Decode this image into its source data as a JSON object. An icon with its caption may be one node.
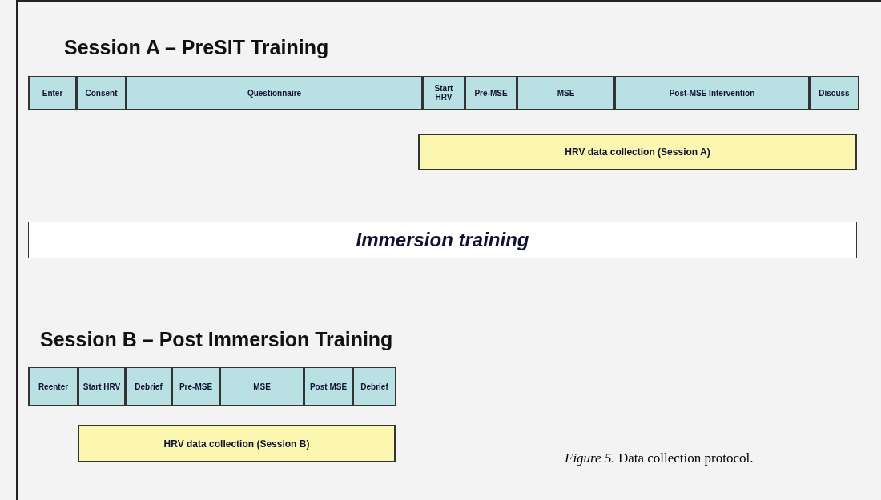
{
  "diagram": {
    "caption": "*Figure 5.* Data collection protocol.",
    "nodes": [
      {
        "text": [
          "Enter"
        ]
      },
      {
        "text": [
          "Consent"
        ]
      },
      {
        "text": [
          "Questionnaire"
        ]
      },
      {
        "text": [
          "Start HRV"
        ]
      },
      {
        "text": [
          "Pre-MSE"
        ]
      },
      {
        "text": [
          "MSE"
        ]
      },
      {
        "text": [
          "Post-MSE Intervention"
        ]
      },
      {
        "text": [
          "Discuss"
        ]
      },
      {
        "text": [
          "HRV data collection (Session A)"
        ]
      },
      {
        "text": [
          "Immersion training"
        ]
      },
      {
        "text": [
          "Reenter"
        ]
      },
      {
        "text": [
          "Start HRV"
        ]
      },
      {
        "text": [
          "Debrief"
        ]
      },
      {
        "text": [
          "Pre-MSE"
        ]
      },
      {
        "text": [
          "MSE"
        ]
      },
      {
        "text": [
          "Post MSE"
        ]
      },
      {
        "text": [
          "Debrief"
        ]
      },
      {
        "text": [
          "HRV data collection (Session B)"
        ]
      }
    ],
    "labels": [
      "Session A – PreSIT Training",
      "Session B – Post Immersion Training"
    ]
  }
}
